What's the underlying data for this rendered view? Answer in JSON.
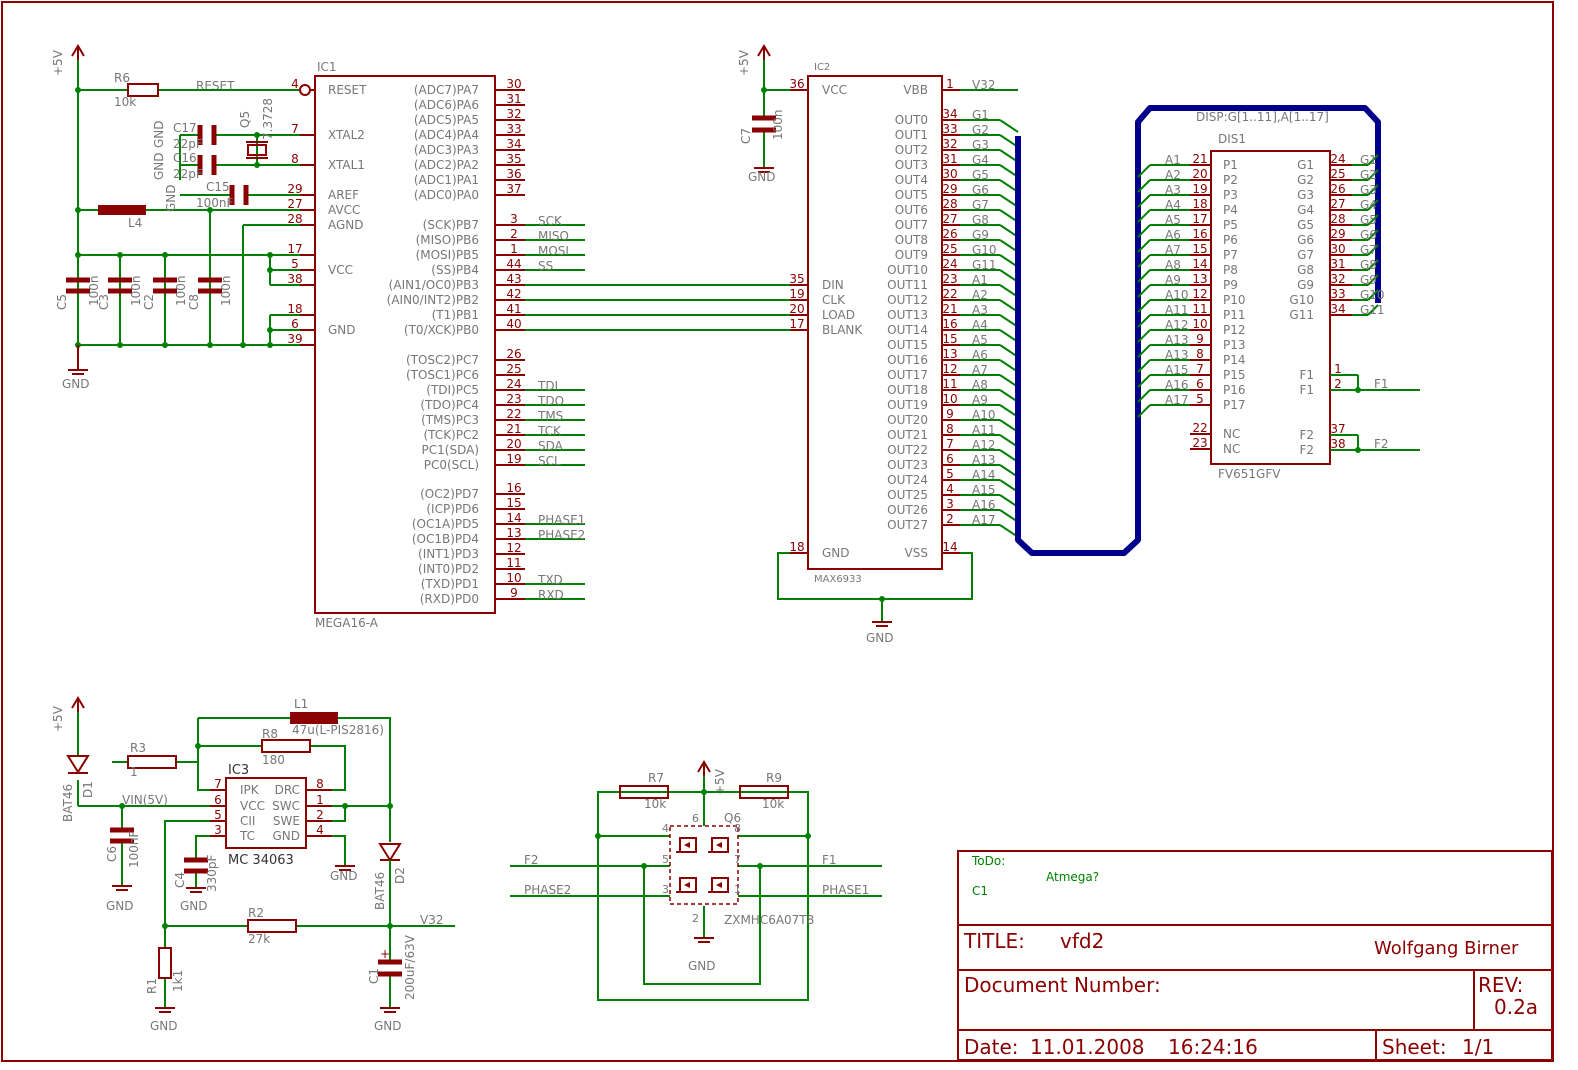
{
  "colors": {
    "part": "#8b0000",
    "wire": "#008000",
    "bus": "#00008b",
    "text": "#777777"
  },
  "title_block": {
    "todo_label": "ToDo:",
    "todo_text": "Atmega?",
    "todo_ref": "C1",
    "title_label": "TITLE:",
    "title": "vfd2",
    "author": "Wolfgang Birner",
    "docnum_label": "Document Number:",
    "rev_label": "REV:",
    "rev": "0.2a",
    "date_label": "Date:",
    "date": "11.01.2008",
    "time": "16:24:16",
    "sheet_label": "Sheet:",
    "sheet": "1/1"
  },
  "ic1": {
    "name": "IC1",
    "value": "MEGA16-A",
    "left_pins": [
      [
        "4",
        "RESET"
      ],
      [
        "7",
        "XTAL2"
      ],
      [
        "8",
        "XTAL1"
      ],
      [
        "29",
        "AREF"
      ],
      [
        "27",
        "AVCC"
      ],
      [
        "28",
        "AGND"
      ],
      [
        "17",
        ""
      ],
      [
        "5",
        "VCC"
      ],
      [
        "38",
        ""
      ],
      [
        "18",
        ""
      ],
      [
        "6",
        "GND"
      ],
      [
        "39",
        ""
      ]
    ],
    "right_pins": [
      [
        "30",
        "(ADC7)PA7",
        ""
      ],
      [
        "31",
        "(ADC6)PA6",
        ""
      ],
      [
        "32",
        "(ADC5)PA5",
        ""
      ],
      [
        "33",
        "(ADC4)PA4",
        ""
      ],
      [
        "34",
        "(ADC3)PA3",
        ""
      ],
      [
        "35",
        "(ADC2)PA2",
        ""
      ],
      [
        "36",
        "(ADC1)PA1",
        ""
      ],
      [
        "37",
        "(ADC0)PA0",
        ""
      ],
      [
        "3",
        "(SCK)PB7",
        "SCK"
      ],
      [
        "2",
        "(MISO)PB6",
        "MISO"
      ],
      [
        "1",
        "(MOSI)PB5",
        "MOSI"
      ],
      [
        "44",
        "(SS)PB4",
        "SS"
      ],
      [
        "43",
        "(AIN1/OC0)PB3",
        ""
      ],
      [
        "42",
        "(AIN0/INT2)PB2",
        ""
      ],
      [
        "41",
        "(T1)PB1",
        ""
      ],
      [
        "40",
        "(T0/XCK)PB0",
        ""
      ],
      [
        "26",
        "(TOSC2)PC7",
        ""
      ],
      [
        "25",
        "(TOSC1)PC6",
        ""
      ],
      [
        "24",
        "(TDI)PC5",
        "TDI"
      ],
      [
        "23",
        "(TDO)PC4",
        "TDO"
      ],
      [
        "22",
        "(TMS)PC3",
        "TMS"
      ],
      [
        "21",
        "(TCK)PC2",
        "TCK"
      ],
      [
        "20",
        "PC1(SDA)",
        "SDA"
      ],
      [
        "19",
        "PC0(SCL)",
        "SCL"
      ],
      [
        "16",
        "(OC2)PD7",
        ""
      ],
      [
        "15",
        "(ICP)PD6",
        ""
      ],
      [
        "14",
        "(OC1A)PD5",
        "PHASE1"
      ],
      [
        "13",
        "(OC1B)PD4",
        "PHASE2"
      ],
      [
        "12",
        "(INT1)PD3",
        ""
      ],
      [
        "11",
        "(INT0)PD2",
        ""
      ],
      [
        "10",
        "(TXD)PD1",
        "TXD"
      ],
      [
        "9",
        "(RXD)PD0",
        "RXD"
      ]
    ],
    "reset_net": "RESET"
  },
  "left_parts": {
    "vcc": "+5V",
    "gnd": "GND",
    "r6": [
      "R6",
      "10k"
    ],
    "l4": "L4",
    "q5": [
      "Q5",
      "7.3728"
    ],
    "c17": [
      "C17",
      "22pF"
    ],
    "c16": [
      "C16",
      "22pF"
    ],
    "c15": [
      "C15",
      "100nF"
    ],
    "caps": [
      [
        "C5",
        "100n"
      ],
      [
        "C3",
        "100n"
      ],
      [
        "C2",
        "100n"
      ],
      [
        "C8",
        "100n"
      ]
    ],
    "gnd_small": [
      "GND",
      "GND",
      "GND"
    ]
  },
  "ic2": {
    "name": "IC2",
    "value": "MAX6933",
    "left_pins": [
      [
        "36",
        "VCC"
      ],
      [
        "35",
        "DIN"
      ],
      [
        "19",
        "CLK"
      ],
      [
        "20",
        "LOAD"
      ],
      [
        "17",
        "BLANK"
      ],
      [
        "18",
        "GND"
      ]
    ],
    "right_pins": [
      [
        "1",
        "VBB",
        "V32"
      ],
      [
        "34",
        "OUT0",
        "G1"
      ],
      [
        "33",
        "OUT1",
        "G2"
      ],
      [
        "32",
        "OUT2",
        "G3"
      ],
      [
        "31",
        "OUT3",
        "G4"
      ],
      [
        "30",
        "OUT4",
        "G5"
      ],
      [
        "29",
        "OUT5",
        "G6"
      ],
      [
        "28",
        "OUT6",
        "G7"
      ],
      [
        "27",
        "OUT7",
        "G8"
      ],
      [
        "26",
        "OUT8",
        "G9"
      ],
      [
        "25",
        "OUT9",
        "G10"
      ],
      [
        "24",
        "OUT10",
        "G11"
      ],
      [
        "23",
        "OUT11",
        "A1"
      ],
      [
        "22",
        "OUT12",
        "A2"
      ],
      [
        "21",
        "OUT13",
        "A3"
      ],
      [
        "16",
        "OUT14",
        "A4"
      ],
      [
        "15",
        "OUT15",
        "A5"
      ],
      [
        "13",
        "OUT16",
        "A6"
      ],
      [
        "12",
        "OUT17",
        "A7"
      ],
      [
        "11",
        "OUT18",
        "A8"
      ],
      [
        "10",
        "OUT19",
        "A9"
      ],
      [
        "9",
        "OUT20",
        "A10"
      ],
      [
        "8",
        "OUT21",
        "A11"
      ],
      [
        "7",
        "OUT22",
        "A12"
      ],
      [
        "6",
        "OUT23",
        "A13"
      ],
      [
        "5",
        "OUT24",
        "A14"
      ],
      [
        "4",
        "OUT25",
        "A15"
      ],
      [
        "3",
        "OUT26",
        "A16"
      ],
      [
        "2",
        "OUT27",
        "A17"
      ],
      [
        "14",
        "VSS",
        ""
      ]
    ],
    "c7": [
      "C7",
      "100n"
    ],
    "vcc": "+5V",
    "gnd": "GND"
  },
  "bus_label": "DISP:G[1..11],A[1..17]",
  "dis1": {
    "name": "DIS1",
    "value": "FV651GFV",
    "left_pins": [
      [
        "21",
        "P1",
        "A1"
      ],
      [
        "20",
        "P2",
        "A2"
      ],
      [
        "19",
        "P3",
        "A3"
      ],
      [
        "18",
        "P4",
        "A4"
      ],
      [
        "17",
        "P5",
        "A5"
      ],
      [
        "16",
        "P6",
        "A6"
      ],
      [
        "15",
        "P7",
        "A7"
      ],
      [
        "14",
        "P8",
        "A8"
      ],
      [
        "13",
        "P9",
        "A9"
      ],
      [
        "12",
        "P10",
        "A10"
      ],
      [
        "11",
        "P11",
        "A11"
      ],
      [
        "10",
        "P12",
        "A12"
      ],
      [
        "9",
        "P13",
        "A13"
      ],
      [
        "8",
        "P14",
        "A13"
      ],
      [
        "7",
        "P15",
        "A15"
      ],
      [
        "6",
        "P16",
        "A16"
      ],
      [
        "5",
        "P17",
        "A17"
      ],
      [
        "22",
        "NC",
        ""
      ],
      [
        "23",
        "NC",
        ""
      ]
    ],
    "right_pins": [
      [
        "24",
        "G1",
        "G1"
      ],
      [
        "25",
        "G2",
        "G2"
      ],
      [
        "26",
        "G3",
        "G3"
      ],
      [
        "27",
        "G4",
        "G4"
      ],
      [
        "28",
        "G5",
        "G5"
      ],
      [
        "29",
        "G6",
        "G6"
      ],
      [
        "30",
        "G7",
        "G7"
      ],
      [
        "31",
        "G8",
        "G8"
      ],
      [
        "32",
        "G9",
        "G9"
      ],
      [
        "33",
        "G10",
        "G10"
      ],
      [
        "34",
        "G11",
        "G11"
      ],
      [
        "1",
        "F1",
        ""
      ],
      [
        "2",
        "F1",
        ""
      ],
      [
        "37",
        "F2",
        ""
      ],
      [
        "38",
        "F2",
        ""
      ]
    ],
    "f1": "F1",
    "f2": "F2"
  },
  "psu": {
    "vcc": "+5V",
    "gnd": "GND",
    "d1": [
      "D1",
      "BAT46"
    ],
    "d2": [
      "D2",
      "BAT46"
    ],
    "r3": [
      "R3",
      "1"
    ],
    "r8": [
      "R8",
      "180"
    ],
    "l1": [
      "L1",
      "47u(L-PIS2816)"
    ],
    "r2": [
      "R2",
      "27k"
    ],
    "r1": [
      "R1",
      "1k1"
    ],
    "c6": [
      "C6",
      "100nF"
    ],
    "c4": [
      "C4",
      "330pF"
    ],
    "c1": [
      "C1",
      "200uF/63V"
    ],
    "vin": "VIN(5V)",
    "v32": "V32",
    "ic3": {
      "name": "IC3",
      "value": "MC 34063",
      "left_pins": [
        [
          "7",
          "IPK"
        ],
        [
          "6",
          "VCC"
        ],
        [
          "5",
          "CII"
        ],
        [
          "3",
          "TC"
        ]
      ],
      "right_pins": [
        [
          "8",
          "DRC"
        ],
        [
          "1",
          "SWC"
        ],
        [
          "2",
          "SWE"
        ],
        [
          "4",
          "GND"
        ]
      ]
    }
  },
  "bridge": {
    "vcc": "+5V",
    "gnd": "GND",
    "r7": [
      "R7",
      "10k"
    ],
    "r9": [
      "R9",
      "10k"
    ],
    "q6": "Q6",
    "value": "ZXMHC6A07T8",
    "nets": [
      "F2",
      "PHASE2",
      "F1",
      "PHASE1"
    ],
    "pins": [
      "6",
      "4",
      "8",
      "5",
      "7",
      "3",
      "1",
      "2"
    ]
  }
}
